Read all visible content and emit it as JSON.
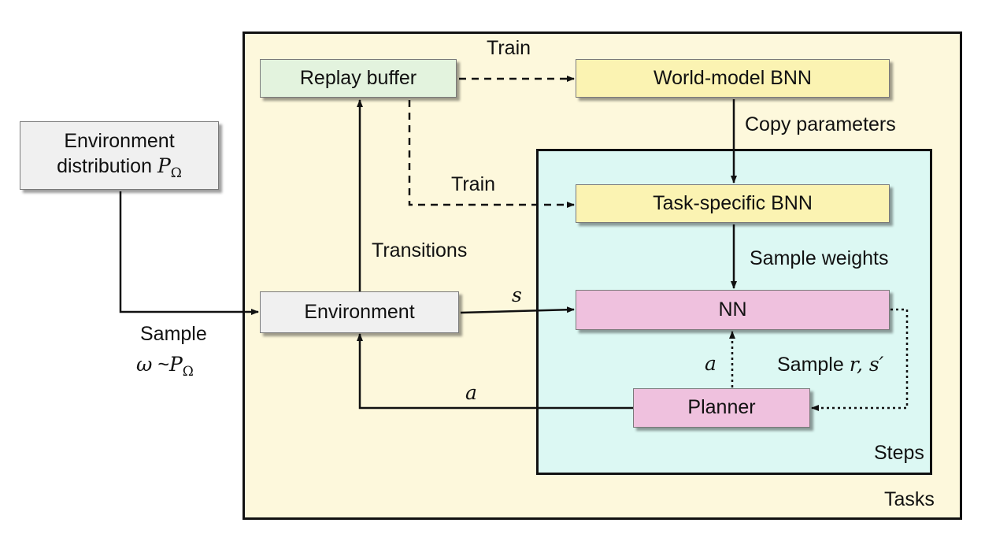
{
  "frames": {
    "tasks": "Tasks",
    "steps": "Steps"
  },
  "boxes": {
    "replay_buffer": "Replay buffer",
    "world_model_bnn": "World-model BNN",
    "task_specific_bnn": "Task-specific BNN",
    "nn": "NN",
    "planner": "Planner",
    "environment": "Environment",
    "env_dist_line1": "Environment",
    "env_dist_line2": "distribution",
    "env_dist_symbol": "P",
    "env_dist_sub": "Ω"
  },
  "edges": {
    "train_top": "Train",
    "train_mid": "Train",
    "copy_parameters": "Copy parameters",
    "sample_weights": "Sample weights",
    "transitions": "Transitions",
    "state": "s",
    "action_up": "a",
    "action_left": "a",
    "sample_rs_text": "Sample",
    "sample_rs_r": "r",
    "sample_rs_sep": ", ",
    "sample_rs_s": "s′",
    "sample_omega_line1": "Sample",
    "sample_omega_omega": "ω",
    "sample_omega_tilde": " ~",
    "sample_omega_P": "P",
    "sample_omega_sub": "Ω"
  },
  "colors": {
    "tasks_bg": "#fdf8dc",
    "steps_bg": "#dcf8f3",
    "replay_buffer": "#e3f3de",
    "bnn": "#fbf3b2",
    "nn_planner": "#efc1de",
    "environment": "#f0f0f0"
  }
}
